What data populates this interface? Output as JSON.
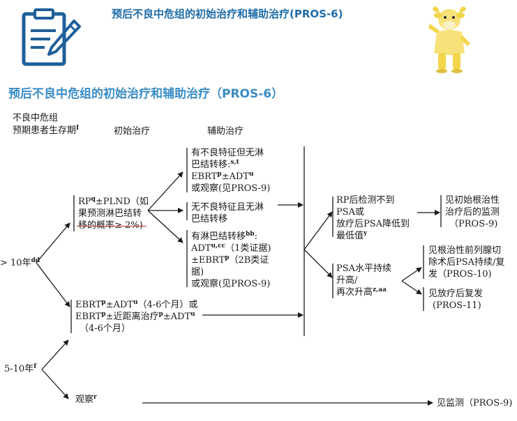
{
  "header": {
    "title": "预后不良中危组的初始治疗和辅助治疗(PROS-6)",
    "icon": "clipboard-pen-icon",
    "mascot": "yellow-cow-mascot"
  },
  "section_title": "预后不良中危组的初始治疗和辅助治疗（PROS-6）",
  "columns": {
    "col1_line1": "不良中危组",
    "col1_line2": "预期患者生存期",
    "col1_sup": "I",
    "col2": "初始治疗",
    "col3": "辅助治疗"
  },
  "left_nodes": {
    "gt10": "> 10年",
    "gt10_sup": "dd",
    "y5_10": "5-10年",
    "y5_10_sup": "f"
  },
  "initial": {
    "rp_line1_a": "RP",
    "rp_line1_sup": "q",
    "rp_line1_b": "±PLND（如",
    "rp_line2": "果预测淋巴结转",
    "rp_line3_a": "移的概率",
    "rp_line3_b": "≥ 2%)",
    "ebrt_line1_a": "EBRT",
    "ebrt_line1_sup1": "p",
    "ebrt_line1_b": "±ADT",
    "ebrt_line1_sup2": "u",
    "ebrt_line1_c": "（4-6个月）或",
    "ebrt_line2_a": "EBRT",
    "ebrt_line2_sup1": "p",
    "ebrt_line2_b": "±近距离治疗",
    "ebrt_line2_sup2": "p",
    "ebrt_line2_c": "±ADT",
    "ebrt_line2_sup3": "u",
    "ebrt_line3": "（4-6个月）",
    "observe": "观察",
    "observe_sup": "r"
  },
  "adjuvant": {
    "a1_line1": "有不良特征但无淋",
    "a1_line2": "巴结转移:",
    "a1_line2_sup": "s,t",
    "a1_line3_a": "EBRT",
    "a1_line3_sup1": "p",
    "a1_line3_b": "±ADT",
    "a1_line3_sup2": "u",
    "a1_line4": "或观察(见PROS-9)",
    "a2_line1": "无不良特征且无淋",
    "a2_line2": "巴结转移",
    "a3_line1_a": "有淋巴结转移",
    "a3_line1_sup": "bb",
    "a3_line1_b": ":",
    "a3_line2_a": "ADT",
    "a3_line2_sup": "u,cc",
    "a3_line2_b": "（1类证据)",
    "a3_line3_a": "±EBRT",
    "a3_line3_sup": "p",
    "a3_line3_b": "（2B类证",
    "a3_line4": "据)",
    "a3_line5": "或观察(见PROS-9)"
  },
  "monitoring": {
    "m1_line1": "RP后检测不到",
    "m1_line2": "PSA或",
    "m1_line3": "放疗后PSA降低到",
    "m1_line4": "最低值",
    "m1_line4_sup": "y",
    "m2_line1": "PSA水平持续",
    "m2_line2": "升高/",
    "m2_line3": "再次升高",
    "m2_line3_sup": "z,aa"
  },
  "outcomes": {
    "o1_line1": "见初始根治性",
    "o1_line2": "治疗后的监测",
    "o1_line3": "（PROS-9)",
    "o2_line1": "见根治性前列腺切",
    "o2_line2": "除术后PSA持续/复",
    "o2_line3": "发（PROS-10)",
    "o3_line1": "见放疗后复发",
    "o3_line2": "(PROS-11)",
    "o4": "见监测（PROS-9)"
  }
}
